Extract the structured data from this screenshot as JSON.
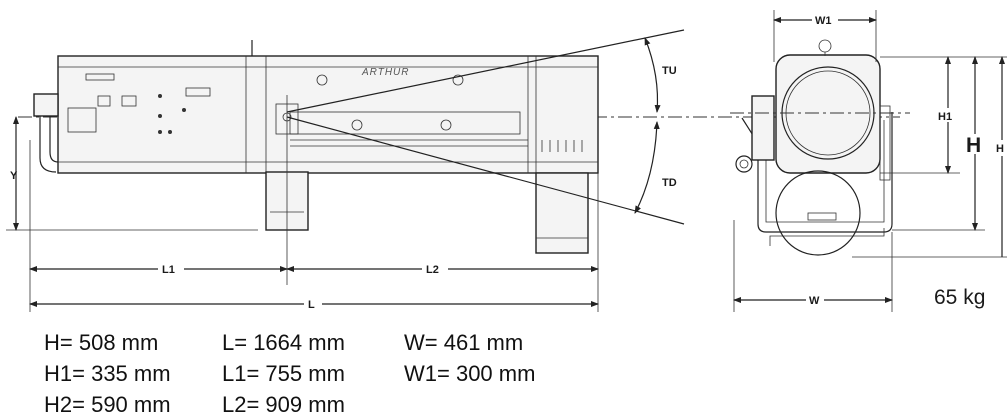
{
  "labels": {
    "tu": "TU",
    "td": "TD",
    "y": "Y",
    "l1": "L1",
    "l2": "L2",
    "l": "L",
    "w1": "W1",
    "w": "W",
    "h1": "H1",
    "h": "H",
    "h2": "H",
    "logo": "ARTHUR"
  },
  "weight": "65 kg",
  "specs": [
    [
      "H= 508 mm",
      "L= 1664 mm",
      "W= 461 mm"
    ],
    [
      "H1= 335 mm",
      "L1= 755 mm",
      "W1= 300 mm"
    ],
    [
      "H2= 590 mm",
      "L2= 909 mm",
      ""
    ]
  ]
}
